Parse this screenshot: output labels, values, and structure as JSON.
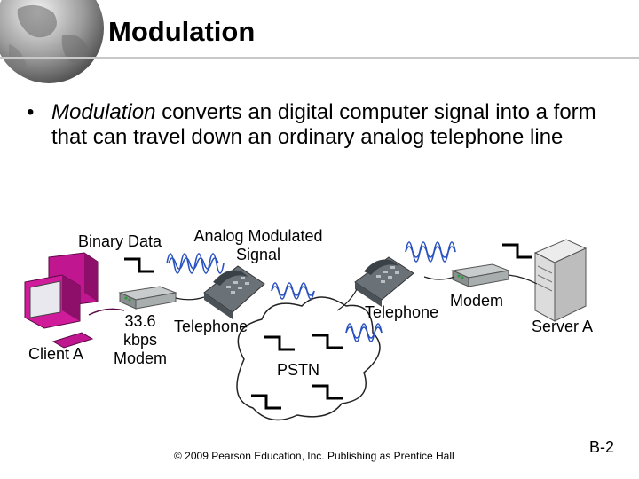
{
  "slide": {
    "title": "Modulation",
    "bullet_marker": "•",
    "bullet_emph": "Modulation",
    "bullet_rest": " converts an digital computer signal into a form that can travel down an ordinary analog telephone line",
    "footer": "© 2009 Pearson Education, Inc.  Publishing as Prentice Hall",
    "slide_number": "B-2"
  },
  "diagram": {
    "binary_data_label": "Binary Data",
    "analog_label_line1": "Analog Modulated",
    "analog_label_line2": "Signal",
    "client_label": "Client A",
    "modem_speed_line1": "33.6",
    "modem_speed_line2": "kbps",
    "modem_speed_line3": "Modem",
    "telephone_left_label": "Telephone",
    "telephone_right_label": "Telephone",
    "modem_right_label": "Modem",
    "pstn_label": "PSTN",
    "server_label": "Server A"
  },
  "colors": {
    "computer_magenta": "#c0168f",
    "modem_gray": "#9aa0a0",
    "phone_gray": "#6a7278",
    "wave_blue": "#2a52be",
    "server_gray": "#d8d8d8"
  }
}
